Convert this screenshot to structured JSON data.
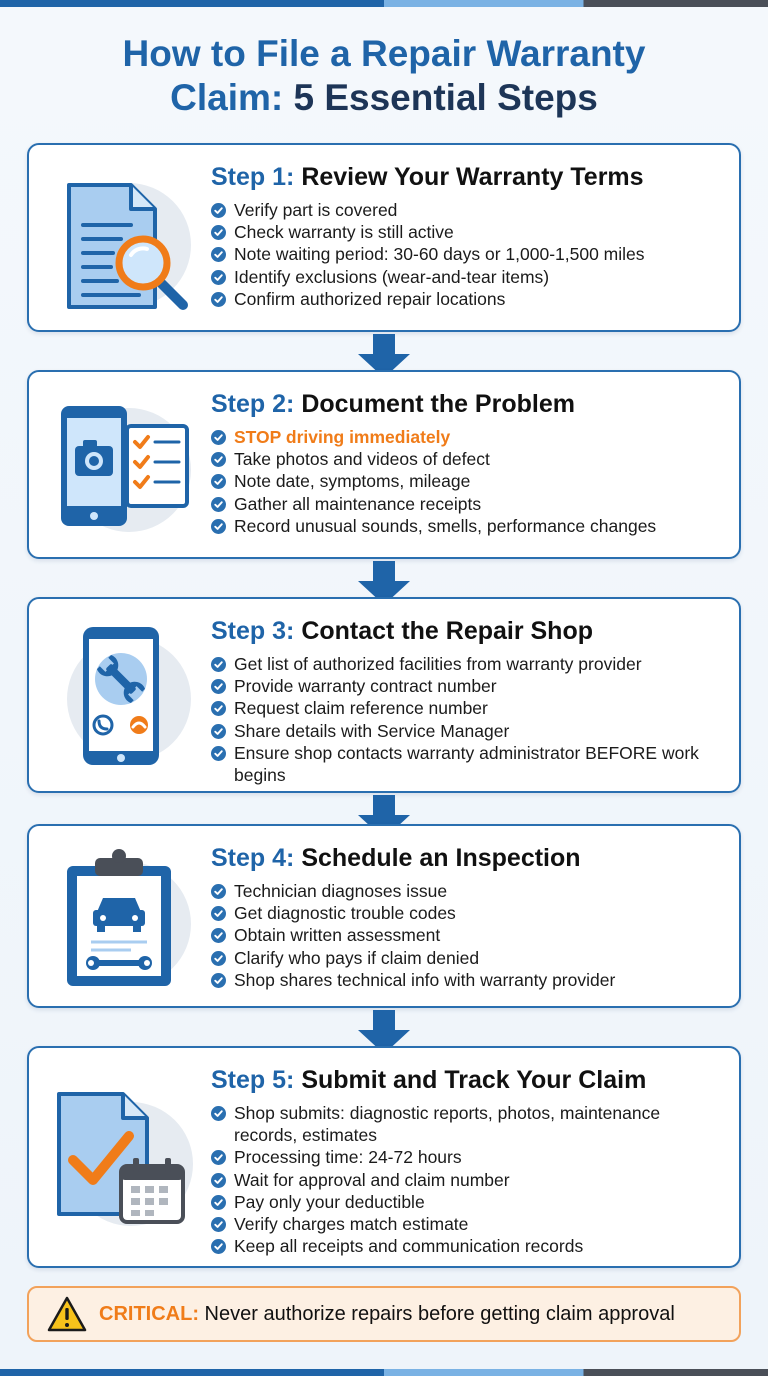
{
  "title": {
    "line1": "How to File a Repair Warranty",
    "line2_start": "Claim: ",
    "line2_end": "5 Essential Steps"
  },
  "steps": [
    {
      "num": "Step 1:",
      "name": "Review Your Warranty Terms",
      "icon": "document-magnifier-icon",
      "items": [
        "Verify part is covered",
        "Check warranty is still active",
        "Note waiting period: 30-60 days or 1,000-1,500 miles",
        "Identify exclusions (wear-and-tear items)",
        "Confirm authorized repair locations"
      ]
    },
    {
      "num": "Step 2:",
      "name": "Document the Problem",
      "icon": "phone-camera-checklist-icon",
      "warning": "STOP driving immediately",
      "items": [
        "Take photos and videos of defect",
        "Note date, symptoms, mileage",
        "Gather all maintenance receipts",
        "Record unusual sounds, smells, performance changes"
      ]
    },
    {
      "num": "Step 3:",
      "name": "Contact the Repair Shop",
      "icon": "phone-wrench-icon",
      "items": [
        "Get list of authorized facilities from warranty provider",
        "Provide warranty contract number",
        "Request claim reference number",
        "Share details with Service Manager",
        "Ensure shop contacts warranty administrator BEFORE work begins"
      ]
    },
    {
      "num": "Step 4:",
      "name": "Schedule an Inspection",
      "icon": "clipboard-car-icon",
      "items": [
        "Technician diagnoses issue",
        "Get diagnostic trouble codes",
        "Obtain written assessment",
        "Clarify who pays if claim denied",
        "Shop shares technical info with warranty provider"
      ]
    },
    {
      "num": "Step 5:",
      "name": "Submit and Track Your Claim",
      "icon": "document-check-calendar-icon",
      "items": [
        "Shop submits: diagnostic reports, photos, maintenance records, estimates",
        "Processing time: 24-72 hours",
        "Wait for approval and claim number",
        "Pay only your deductible",
        "Verify charges match estimate",
        "Keep all receipts and communication records"
      ]
    }
  ],
  "critical": {
    "label": "CRITICAL:",
    "text": " Never authorize repairs before getting claim approval"
  },
  "colors": {
    "primary": "#1f64a8",
    "warning": "#f07c19",
    "check": "#2a6fb0"
  }
}
